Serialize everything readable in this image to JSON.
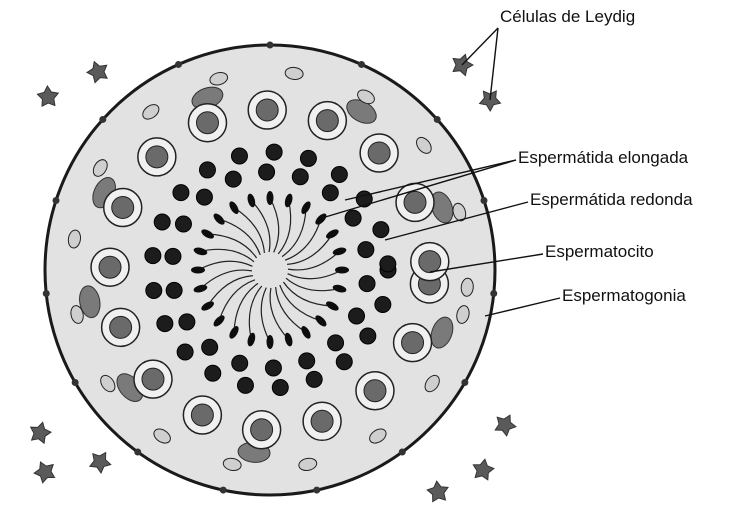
{
  "labels": {
    "leydig": "Células de Leydig",
    "elongated_spermatid": "Espermátida elongada",
    "round_spermatid": "Espermátida redonda",
    "spermatocyte": "Espermatocito",
    "spermatogonia": "Espermatogonia"
  },
  "colors": {
    "tubule_fill": "#e2e2e2",
    "outline": "#1a1a1a",
    "leydig": "#5a5a5a",
    "sertoli": "#7a7a7a",
    "spermatocyte_nucleus": "#6a6a6a",
    "round_spermatid": "#1c1c1c",
    "sperm_head": "#0d0d0d"
  },
  "icons": {
    "leydig_cell": "star-polygon",
    "spermatocyte": "nucleus-with-chromosomes",
    "spermatid": "dark-dot",
    "sperm": "comma-head-with-tail"
  }
}
